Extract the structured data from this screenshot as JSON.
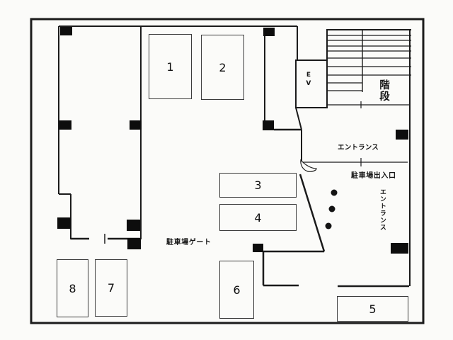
{
  "labels": {
    "stairs": "階段",
    "elevator": "EV",
    "entrance_hall": "エントランス",
    "entrance_side": "エントランス",
    "parking_gate": "駐車場ゲート",
    "parking_entrance_exit": "駐車場出入口"
  },
  "spaces": [
    {
      "label": "1"
    },
    {
      "label": "2"
    },
    {
      "label": "3"
    },
    {
      "label": "4"
    },
    {
      "label": "5"
    },
    {
      "label": "6"
    },
    {
      "label": "7"
    },
    {
      "label": "8"
    }
  ],
  "colors": {
    "line": "#1b1b1b",
    "pillar": "#0d0d0d",
    "paper": "#fbfbf9"
  }
}
